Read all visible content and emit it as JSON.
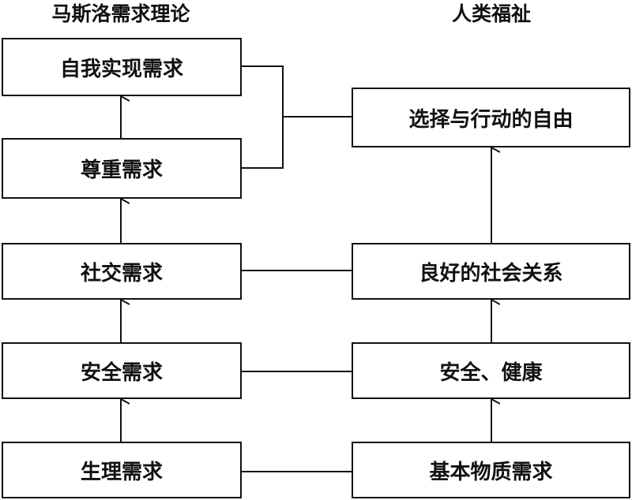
{
  "titles": {
    "left": "马斯洛需求理论",
    "right": "人类福祉"
  },
  "maslow": {
    "self_actualization": "自我实现需求",
    "esteem": "尊重需求",
    "social": "社交需求",
    "safety": "安全需求",
    "physiological": "生理需求"
  },
  "wellbeing": {
    "freedom": "选择与行动的自由",
    "social_relations": "良好的社会关系",
    "security_health": "安全、健康",
    "basic_material": "基本物质需求"
  }
}
